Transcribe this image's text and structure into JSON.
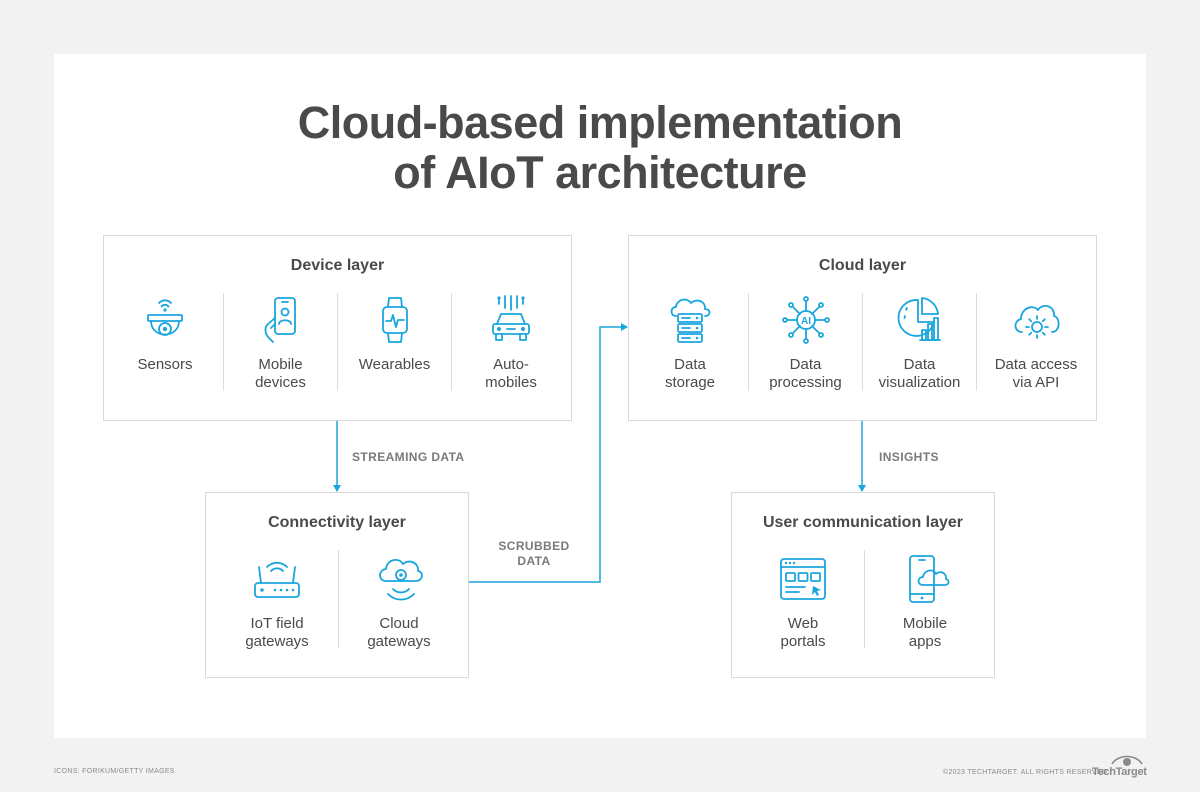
{
  "title_line1": "Cloud-based implementation",
  "title_line2": "of AIoT architecture",
  "device_layer": {
    "title": "Device layer",
    "items": [
      {
        "label": "Sensors",
        "icon": "sensor-camera-icon"
      },
      {
        "label": "Mobile\ndevices",
        "icon": "mobile-device-icon"
      },
      {
        "label": "Wearables",
        "icon": "smartwatch-icon"
      },
      {
        "label": "Auto-\nmobiles",
        "icon": "smart-car-icon"
      }
    ]
  },
  "cloud_layer": {
    "title": "Cloud layer",
    "items": [
      {
        "label": "Data\nstorage",
        "icon": "cloud-server-icon"
      },
      {
        "label": "Data\nprocessing",
        "icon": "ai-chip-icon"
      },
      {
        "label": "Data\nvisualization",
        "icon": "pie-bar-chart-icon"
      },
      {
        "label": "Data access\nvia API",
        "icon": "cloud-gear-icon"
      }
    ]
  },
  "connectivity_layer": {
    "title": "Connectivity layer",
    "items": [
      {
        "label": "IoT field\ngateways",
        "icon": "router-icon"
      },
      {
        "label": "Cloud\ngateways",
        "icon": "cloud-signal-icon"
      }
    ]
  },
  "user_layer": {
    "title": "User communication layer",
    "items": [
      {
        "label": "Web\nportals",
        "icon": "web-browser-icon"
      },
      {
        "label": "Mobile\napps",
        "icon": "mobile-cloud-icon"
      }
    ]
  },
  "flows": {
    "streaming": "STREAMING DATA",
    "scrubbed": "SCRUBBED\nDATA",
    "insights": "INSIGHTS"
  },
  "footer": {
    "credit": "ICONS: FORIKUM/GETTY IMAGES",
    "copyright": "©2023 TECHTARGET. ALL RIGHTS RESERVED",
    "brand": "TechTarget"
  },
  "colors": {
    "accent": "#1aa6dd",
    "text": "#4a4a4a",
    "border": "#d9d9d9",
    "background": "#f2f2f2"
  }
}
